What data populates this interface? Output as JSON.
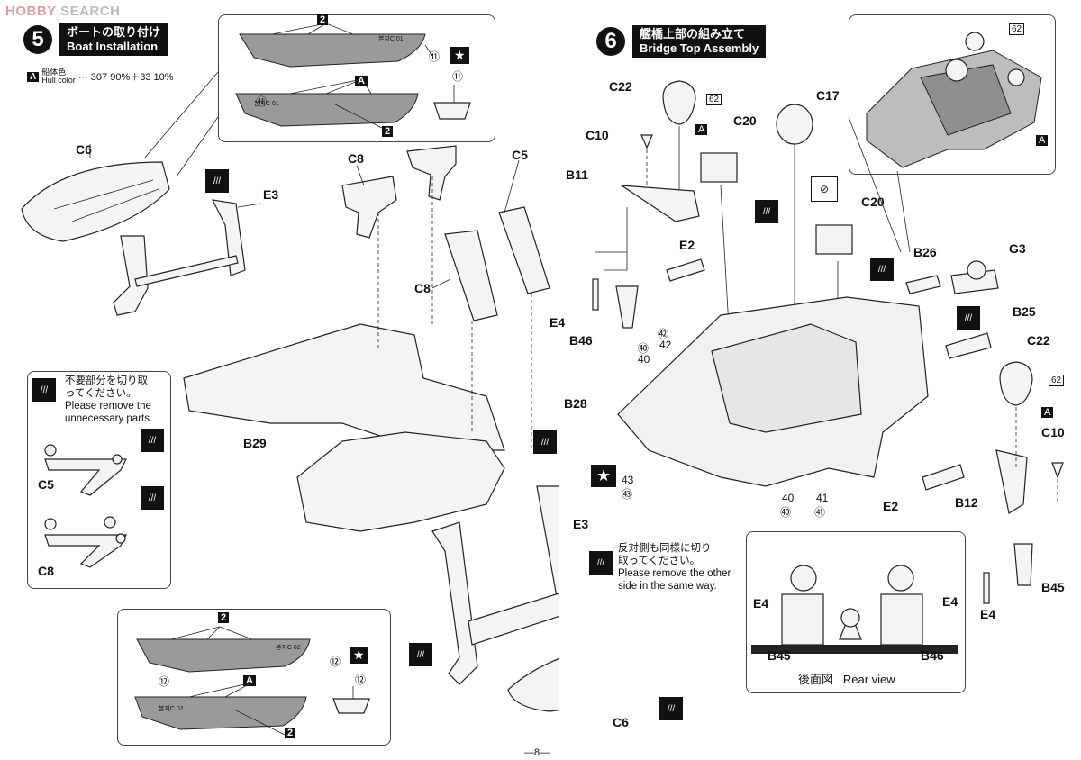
{
  "watermark": {
    "brand": "HOBBY",
    "text": "SEARCH"
  },
  "step5": {
    "number": "5",
    "title_jp": "ボートの取り付け",
    "title_en": "Boat Installation",
    "color_note_jp": "船体色",
    "color_note_en": "Hull color",
    "color_badge": "A",
    "color_mix": "··· 307 90%＋33 10%"
  },
  "step6": {
    "number": "6",
    "title_jp": "艦橋上部の組み立て",
    "title_en": "Bridge Top Assembly"
  },
  "inset_boats": {
    "badge_2": "2",
    "badge_a": "A",
    "ref_11": "⑪",
    "ref_12": "⑫",
    "hull_text_1": "본지C 01",
    "hull_text_2": "본지C 02"
  },
  "labels": {
    "c6_top": "C6",
    "e3_top": "E3",
    "c8_top": "C8",
    "c5_top": "C5",
    "c8_mid": "C8",
    "b29": "B29",
    "e3_bot": "E3",
    "c6_bot": "C6",
    "c22_top": "C22",
    "c10_top": "C10",
    "c17": "C17",
    "c20_top": "C20",
    "b11": "B11",
    "c20_mid": "C20",
    "e2_top": "E2",
    "b26": "B26",
    "g3": "G3",
    "e4_left": "E4",
    "b46": "B46",
    "b25": "B25",
    "c22_right": "C22",
    "b28": "B28",
    "c10_right": "C10",
    "b12": "B12",
    "e2_bot": "E2",
    "b45": "B45",
    "e4_right": "E4",
    "ref_62a": "62",
    "ref_62b": "62",
    "ref_62c": "62",
    "ref_42a": "㊷",
    "ref_42b": "42",
    "ref_40a": "㊵",
    "ref_40b": "40",
    "ref_43a": "43",
    "ref_43b": "㊸",
    "ref_40c": "40",
    "ref_40d": "㊵",
    "ref_41a": "41",
    "ref_41b": "㊶",
    "badge_a": "A"
  },
  "cut_note": {
    "jp_1": "不要部分を切り取",
    "jp_2": "ってください。",
    "en_1": "Please remove the",
    "en_2": "unnecessary parts.",
    "c5": "C5",
    "c8": "C8"
  },
  "other_side_note": {
    "jp_1": "反対側も同様に切り",
    "jp_2": "取ってください。",
    "en_1": "Please remove the other",
    "en_2": "side in the same way."
  },
  "rear_view": {
    "e4_left": "E4",
    "e4_right": "E4",
    "b45": "B45",
    "b46": "B46",
    "caption_jp": "後面図",
    "caption_en": "Rear view"
  },
  "page_number": "—8—"
}
